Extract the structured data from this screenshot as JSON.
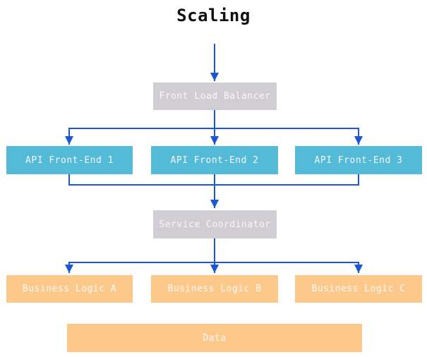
{
  "title": "Scaling",
  "colors": {
    "arrow": "#1b55d8",
    "gray_box": "#d1ced3",
    "cyan_box": "#53bbd8",
    "orange_box": "#fcc98b",
    "box_text": "#f7f7f7",
    "title_text": "#111111",
    "page_bg": "#ffffff"
  },
  "nodes": {
    "front_load_balancer": {
      "label": "Front Load Balancer",
      "color_role": "gray"
    },
    "api_front_end_1": {
      "label": "API Front-End 1",
      "color_role": "cyan"
    },
    "api_front_end_2": {
      "label": "API Front-End 2",
      "color_role": "cyan"
    },
    "api_front_end_3": {
      "label": "API Front-End 3",
      "color_role": "cyan"
    },
    "service_coordinator": {
      "label": "Service Coordinator",
      "color_role": "gray"
    },
    "business_logic_a": {
      "label": "Business Logic A",
      "color_role": "orange"
    },
    "business_logic_b": {
      "label": "Business Logic B",
      "color_role": "orange"
    },
    "business_logic_c": {
      "label": "Business Logic C",
      "color_role": "orange"
    },
    "data": {
      "label": "Data",
      "color_role": "orange"
    }
  },
  "edges": [
    {
      "from": "top",
      "to": "front_load_balancer"
    },
    {
      "from": "front_load_balancer",
      "to": "api_front_end_1"
    },
    {
      "from": "front_load_balancer",
      "to": "api_front_end_2"
    },
    {
      "from": "front_load_balancer",
      "to": "api_front_end_3"
    },
    {
      "from": "api_front_end_1",
      "to": "service_coordinator"
    },
    {
      "from": "api_front_end_2",
      "to": "service_coordinator"
    },
    {
      "from": "api_front_end_3",
      "to": "service_coordinator"
    },
    {
      "from": "service_coordinator",
      "to": "business_logic_a"
    },
    {
      "from": "service_coordinator",
      "to": "business_logic_b"
    },
    {
      "from": "service_coordinator",
      "to": "business_logic_c"
    }
  ]
}
